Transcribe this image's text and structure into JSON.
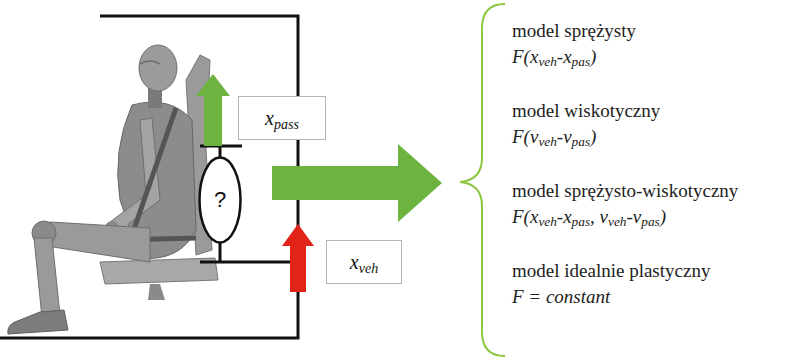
{
  "diagram": {
    "nodes": [
      {
        "text": [
          "xpass"
        ]
      },
      {
        "text": [
          "?"
        ]
      },
      {
        "text": [
          "xveh"
        ]
      }
    ],
    "labels": [
      "model sprężysty",
      "F(xveh-xpas)",
      "model wiskotyczny",
      "F(vveh-vpas)",
      "model sprężysto-wiskotyczny",
      "F(xveh-xpas, vveh-vpas)",
      "model idealnie plastyczny",
      "F = constant"
    ]
  }
}
